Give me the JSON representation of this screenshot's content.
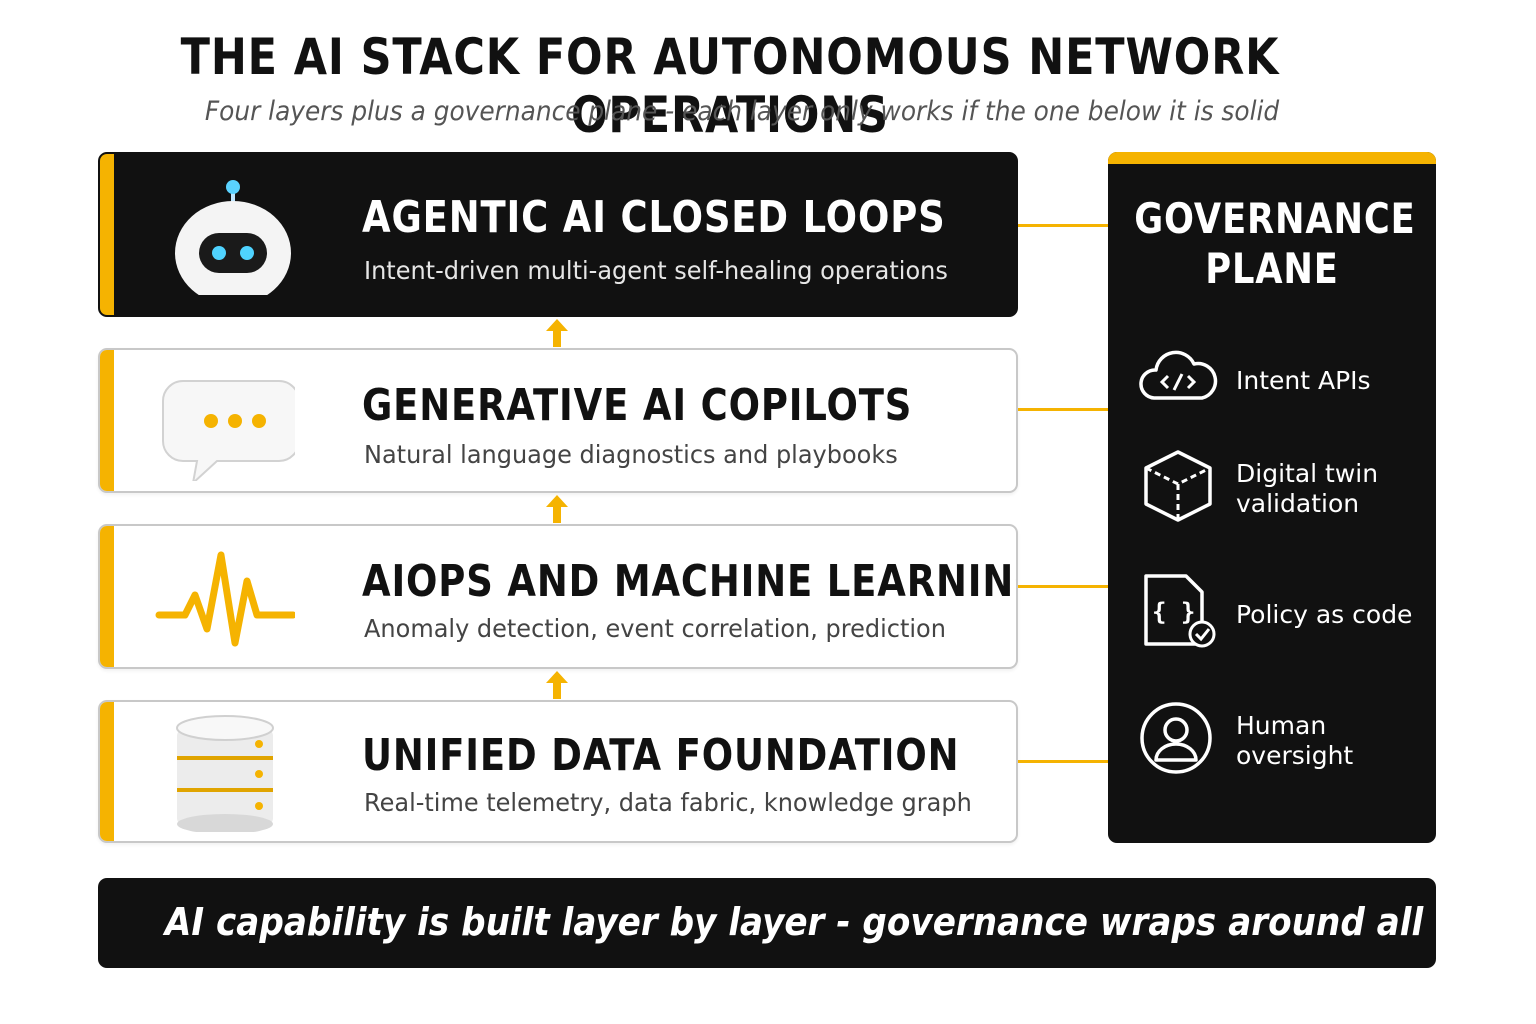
{
  "title": "THE AI STACK FOR AUTONOMOUS NETWORK OPERATIONS",
  "subtitle": "Four layers plus a governance plane - each layer only works if the one below it is solid",
  "layers": [
    {
      "title": "AGENTIC AI CLOSED LOOPS",
      "description": "Intent-driven multi-agent self-healing operations",
      "icon": "robot-icon"
    },
    {
      "title": "GENERATIVE AI COPILOTS",
      "description": "Natural language diagnostics and playbooks",
      "icon": "chat-bubble-icon"
    },
    {
      "title": "AIOPS AND MACHINE LEARNING",
      "description": "Anomaly detection, event correlation, prediction",
      "icon": "pulse-waveform-icon"
    },
    {
      "title": "UNIFIED DATA FOUNDATION",
      "description": "Real-time telemetry, data fabric, knowledge graph",
      "icon": "database-icon"
    }
  ],
  "governance": {
    "title_line1": "GOVERNANCE",
    "title_line2": "PLANE",
    "items": [
      {
        "label": "Intent APIs",
        "icon": "cloud-code-icon"
      },
      {
        "label": "Digital twin validation",
        "icon": "cube-outline-icon"
      },
      {
        "label": "Policy as code",
        "icon": "code-document-check-icon"
      },
      {
        "label": "Human oversight",
        "icon": "user-circle-icon"
      }
    ]
  },
  "footer": "AI capability is built layer by layer - governance wraps around all of it",
  "colors": {
    "accent": "#f5b301",
    "dark": "#111111",
    "light_border": "#c8c8c8"
  }
}
